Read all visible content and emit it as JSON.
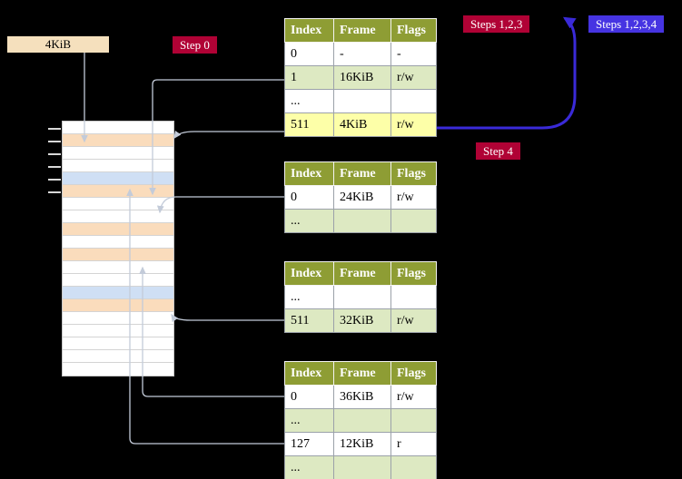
{
  "labels": {
    "frame_pointer": "4KiB",
    "step0": "Step 0",
    "steps_123": "Steps 1,2,3",
    "steps_1234": "Steps 1,2,3,4",
    "step4": "Step 4"
  },
  "colors": {
    "crimson": "#b00235",
    "blue_label": "#4634e2",
    "olive_header": "#8e9d34",
    "row_green": "#dde9c2",
    "row_yellow": "#fdffa8",
    "mem_peach": "#fadcbc",
    "mem_blue": "#cfdff4",
    "pointer_box": "#f5e0bd",
    "arrow_gray": "#c3cbd9",
    "arrow_blue": "#3a2ad8"
  },
  "page_tables": [
    {
      "name": "page-table-level-4",
      "headers": [
        "Index",
        "Frame",
        "Flags"
      ],
      "rows": [
        {
          "index": "0",
          "frame": "-",
          "flags": "-",
          "style": "white"
        },
        {
          "index": "1",
          "frame": "16KiB",
          "flags": "r/w",
          "style": "green"
        },
        {
          "index": "...",
          "frame": "",
          "flags": "",
          "style": "white"
        },
        {
          "index": "511",
          "frame": "4KiB",
          "flags": "r/w",
          "style": "yellow"
        }
      ]
    },
    {
      "name": "page-table-level-3",
      "headers": [
        "Index",
        "Frame",
        "Flags"
      ],
      "rows": [
        {
          "index": "0",
          "frame": "24KiB",
          "flags": "r/w",
          "style": "white"
        },
        {
          "index": "...",
          "frame": "",
          "flags": "",
          "style": "green"
        }
      ]
    },
    {
      "name": "page-table-level-2",
      "headers": [
        "Index",
        "Frame",
        "Flags"
      ],
      "rows": [
        {
          "index": "...",
          "frame": "",
          "flags": "",
          "style": "white"
        },
        {
          "index": "511",
          "frame": "32KiB",
          "flags": "r/w",
          "style": "green"
        }
      ]
    },
    {
      "name": "page-table-level-1",
      "headers": [
        "Index",
        "Frame",
        "Flags"
      ],
      "rows": [
        {
          "index": "0",
          "frame": "36KiB",
          "flags": "r/w",
          "style": "white"
        },
        {
          "index": "...",
          "frame": "",
          "flags": "",
          "style": "green"
        },
        {
          "index": "127",
          "frame": "12KiB",
          "flags": "r",
          "style": "white"
        },
        {
          "index": "...",
          "frame": "",
          "flags": "",
          "style": "green"
        }
      ]
    }
  ],
  "memory": {
    "rows": [
      "white",
      "peach",
      "white",
      "white",
      "blue",
      "peach",
      "white",
      "white",
      "peach",
      "white",
      "peach",
      "white",
      "white",
      "blue",
      "peach",
      "white",
      "white",
      "white",
      "white",
      "white"
    ]
  }
}
